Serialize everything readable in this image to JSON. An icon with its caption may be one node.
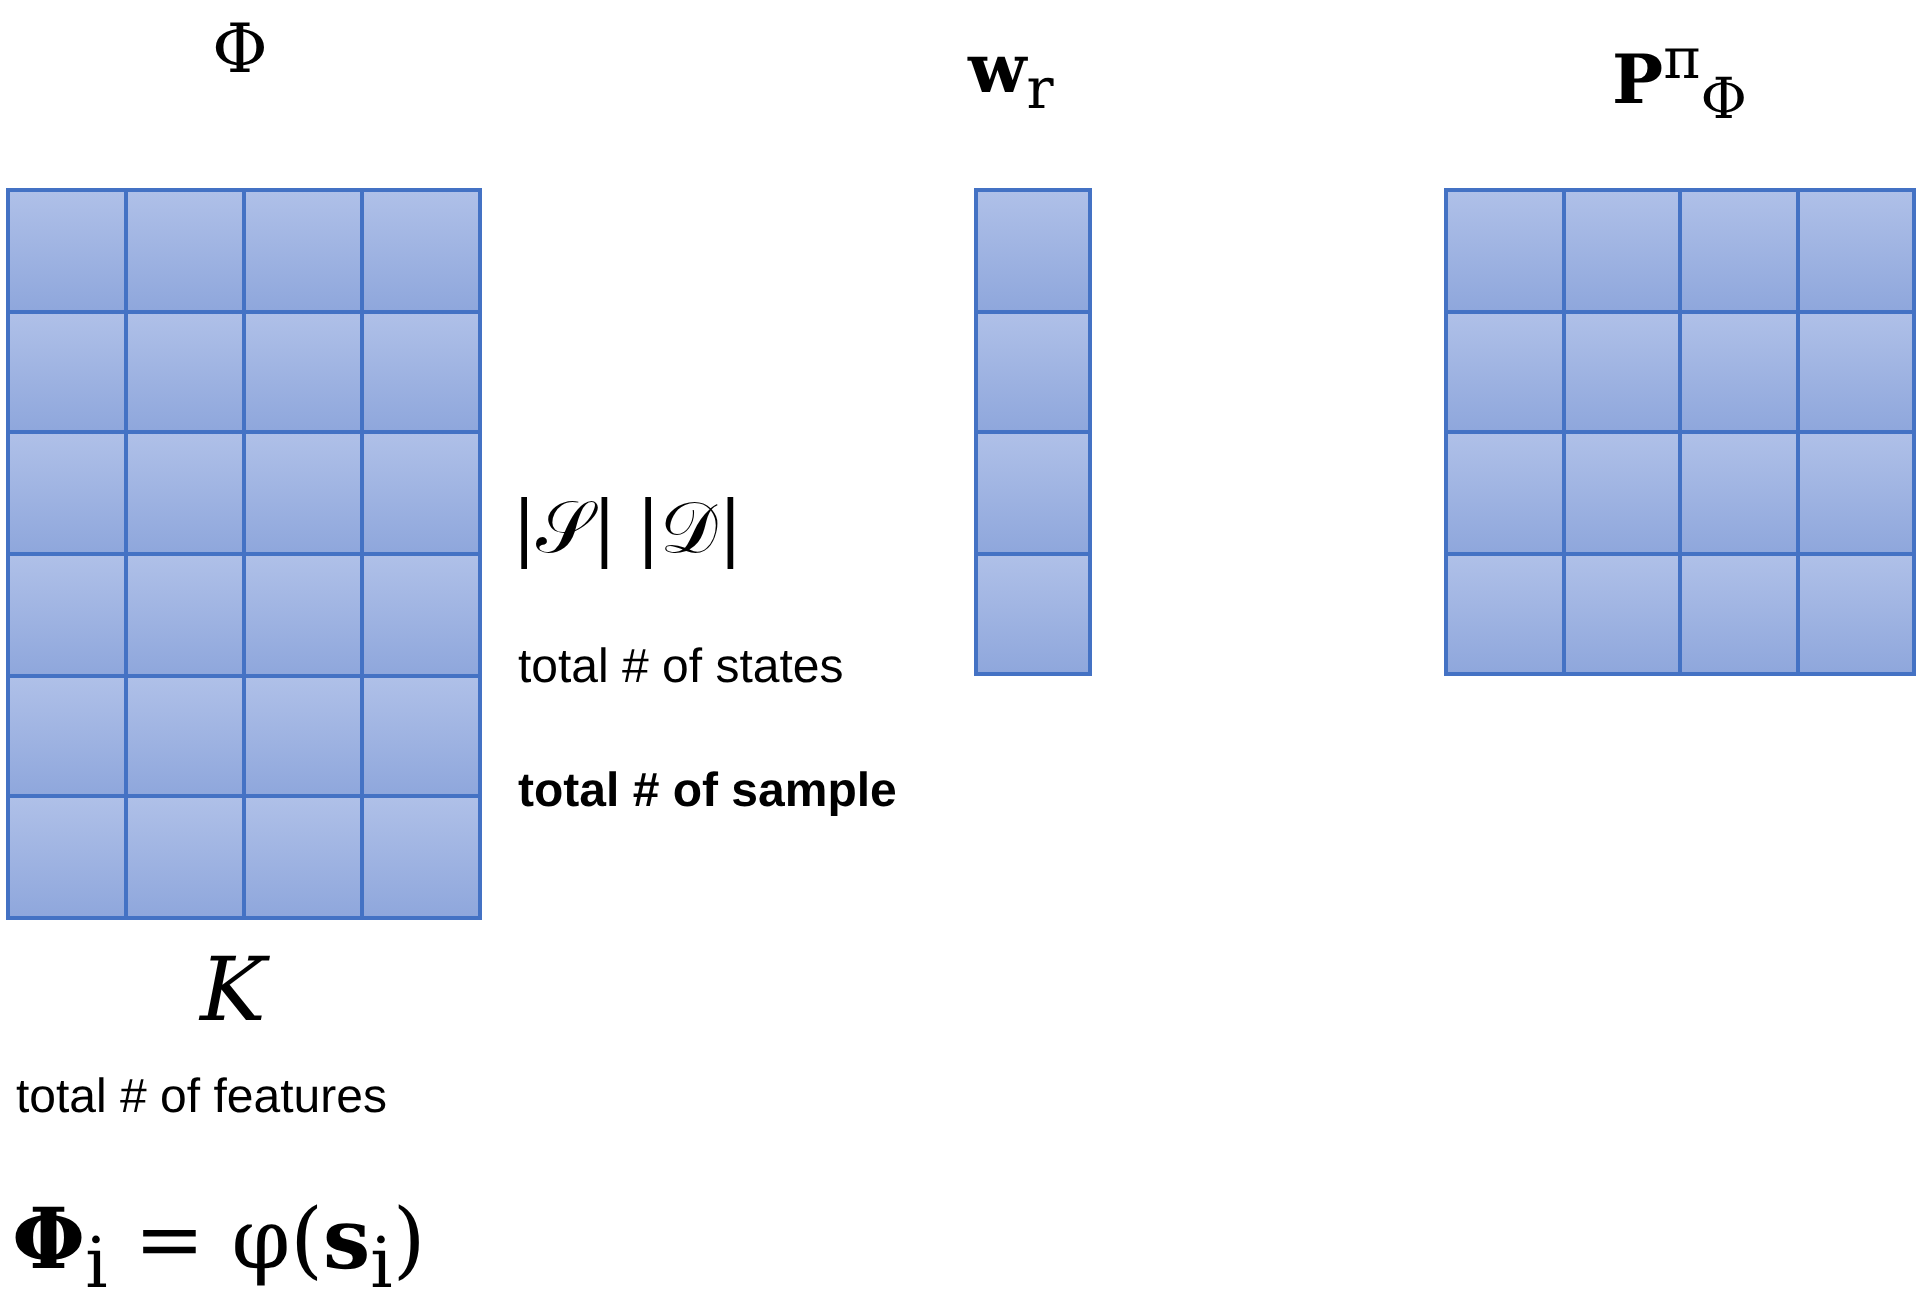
{
  "diagram": {
    "nodes": [
      {
        "text": [
          "Φ"
        ]
      },
      {
        "text": [
          "**w**$_{r}$"
        ]
      },
      {
        "text": [
          "**P**$^{π}$$_{Φ}$"
        ]
      }
    ],
    "labels": [
      "|𝒮|",
      "|𝒟|",
      "total # of states",
      "total # of sample",
      "K",
      "total # of features",
      "**Φ**$_{i}$ = φ(**s**$_{i}$)"
    ]
  }
}
